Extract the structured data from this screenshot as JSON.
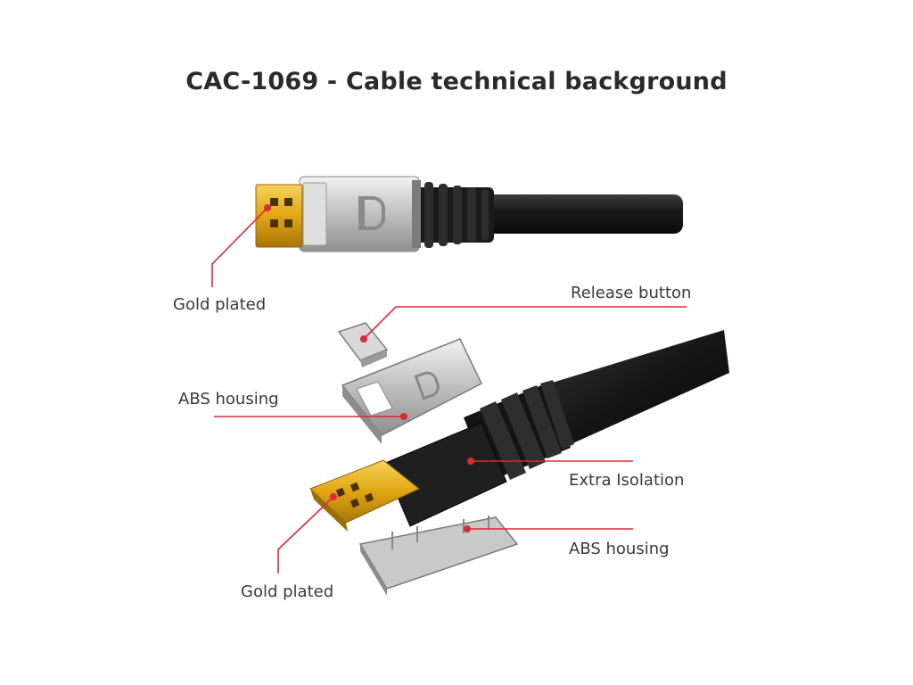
{
  "title": "CAC-1069 - Cable technical background",
  "labels": {
    "gold_plated_top": "Gold plated",
    "release_button": "Release button",
    "abs_housing_left": "ABS housing",
    "extra_isolation": "Extra Isolation",
    "abs_housing_right": "ABS housing",
    "gold_plated_bottom": "Gold plated"
  },
  "colors": {
    "callout": "#d92b35",
    "cable": "#1b1b1b",
    "gold": "#d9a216",
    "housing": "#b9b9b9"
  },
  "icons": {
    "connector_logo": "displayport-logo-icon"
  }
}
